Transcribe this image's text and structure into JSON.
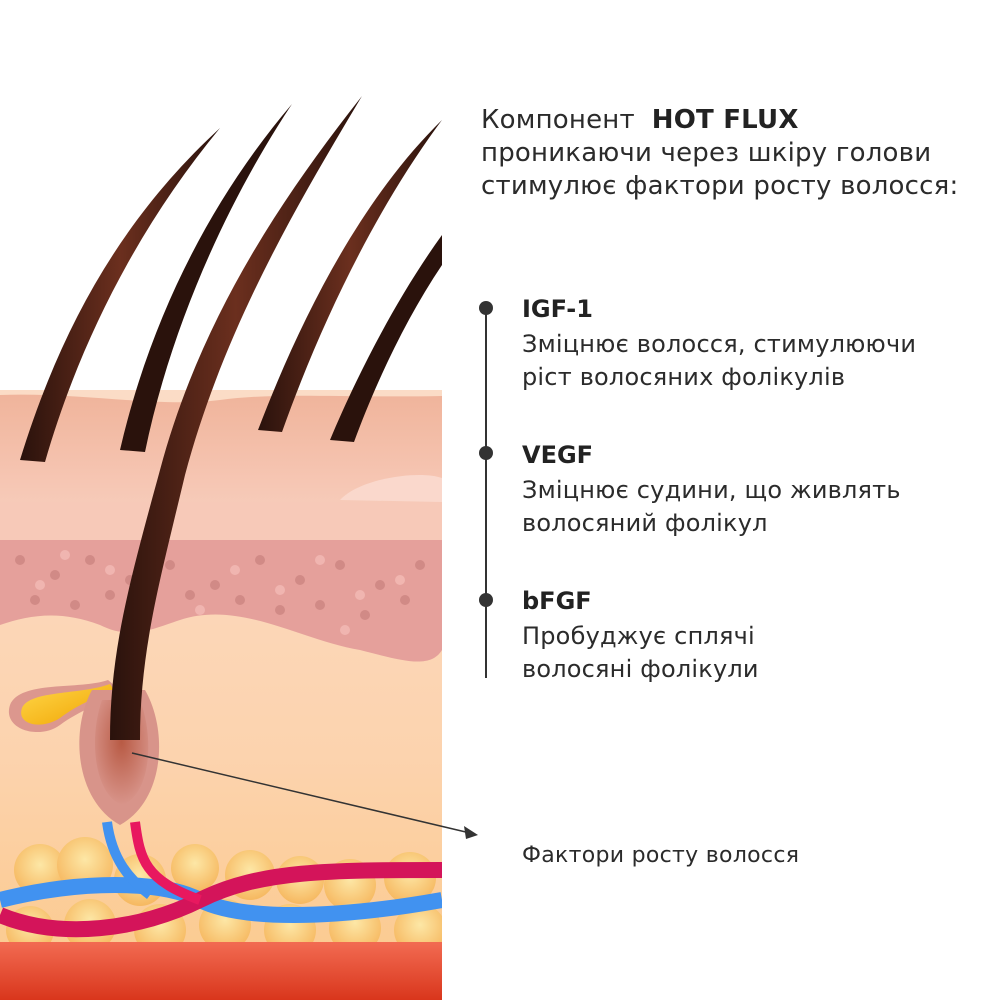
{
  "intro": {
    "prefix": "Компонент",
    "brand": "HOT FLUX",
    "line2": "проникаючи через шкіру голови",
    "line3": "стимулює фактори росту волосся:"
  },
  "factors": [
    {
      "title": "IGF-1",
      "desc_line1": "Зміцнює волосся, стимулюючи",
      "desc_line2": "ріст волосяних фолікулів"
    },
    {
      "title": "VEGF",
      "desc_line1": "Зміцнює судини, що живлять",
      "desc_line2": "волосяний фолікул"
    },
    {
      "title": "bFGF",
      "desc_line1": "Пробуджує сплячі",
      "desc_line2": "волосяні фолікули"
    }
  ],
  "pointer_label": "Фактори росту волосся",
  "colors": {
    "text": "#2b2b2b",
    "hair": "#4a2016",
    "skin_top": "#f2b9a2",
    "dermis_dots": "#d98f8c",
    "fat": "#f9c77a",
    "vein": "#3d8ff0",
    "artery": "#d4145a",
    "muscle": "#e8452c",
    "sebaceous": "#f6b400"
  }
}
